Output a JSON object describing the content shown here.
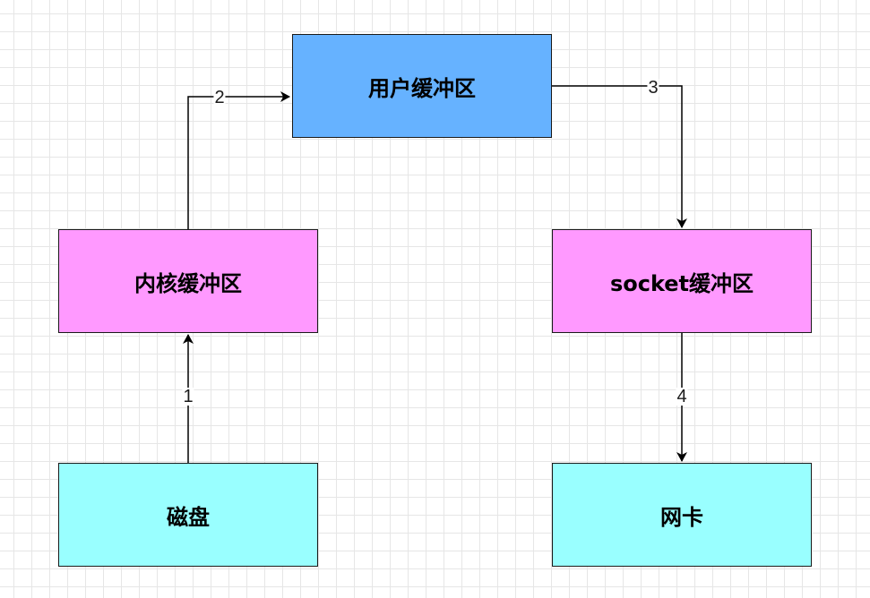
{
  "nodes": {
    "user_buffer": {
      "label": "用户缓冲区",
      "color": "#66b2ff"
    },
    "kernel_buffer": {
      "label": "内核缓冲区",
      "color": "#ff99ff"
    },
    "socket_buffer": {
      "label": "socket缓冲区",
      "color": "#ff99ff"
    },
    "disk": {
      "label": "磁盘",
      "color": "#99ffff"
    },
    "nic": {
      "label": "网卡",
      "color": "#99ffff"
    }
  },
  "edges": {
    "disk_to_kernel": {
      "label": "1"
    },
    "kernel_to_user": {
      "label": "2"
    },
    "user_to_socket": {
      "label": "3"
    },
    "socket_to_nic": {
      "label": "4"
    }
  }
}
